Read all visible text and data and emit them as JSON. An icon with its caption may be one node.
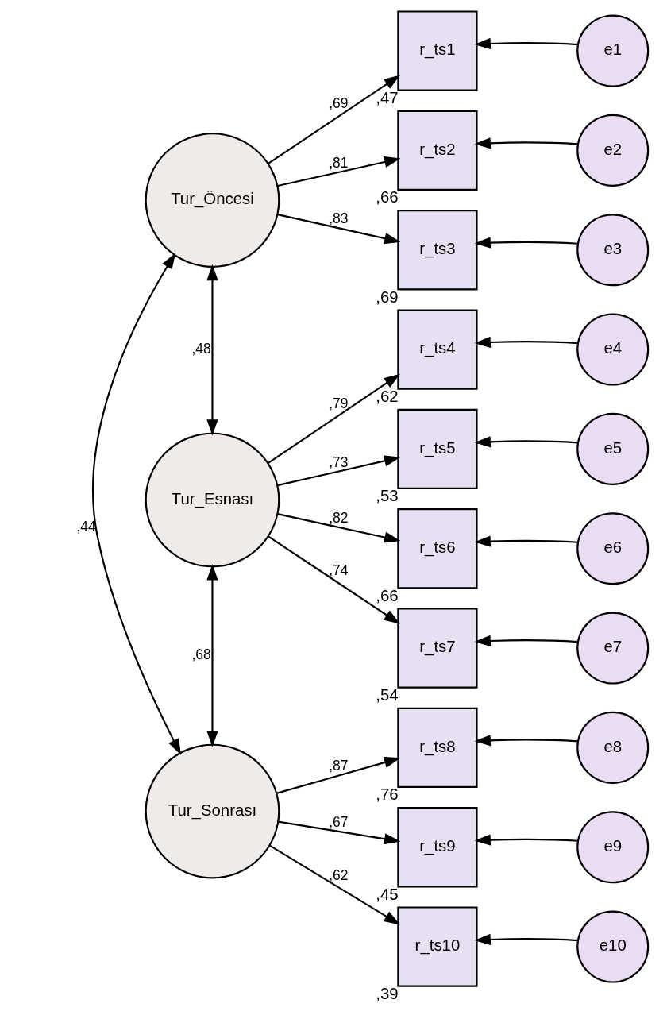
{
  "diagram": {
    "nodes": [
      {
        "text": [
          "Tur_Öncesi"
        ]
      },
      {
        "text": [
          "Tur_Esnası"
        ]
      },
      {
        "text": [
          "Tur_Sonrası"
        ]
      },
      {
        "text": [
          "r_ts1"
        ],
        "beside": [
          ",47"
        ]
      },
      {
        "text": [
          "r_ts2"
        ],
        "beside": [
          ",66"
        ]
      },
      {
        "text": [
          "r_ts3"
        ],
        "beside": [
          ",69"
        ]
      },
      {
        "text": [
          "r_ts4"
        ],
        "beside": [
          ",62"
        ]
      },
      {
        "text": [
          "r_ts5"
        ],
        "beside": [
          ",53"
        ]
      },
      {
        "text": [
          "r_ts6"
        ],
        "beside": [
          ",66"
        ]
      },
      {
        "text": [
          "r_ts7"
        ],
        "beside": [
          ",54"
        ]
      },
      {
        "text": [
          "r_ts8"
        ],
        "beside": [
          ",76"
        ]
      },
      {
        "text": [
          "r_ts9"
        ],
        "beside": [
          ",45"
        ]
      },
      {
        "text": [
          "r_ts10"
        ],
        "beside": [
          ",39"
        ]
      },
      {
        "text": [
          "e1"
        ]
      },
      {
        "text": [
          "e2"
        ]
      },
      {
        "text": [
          "e3"
        ]
      },
      {
        "text": [
          "e4"
        ]
      },
      {
        "text": [
          "e5"
        ]
      },
      {
        "text": [
          "e6"
        ]
      },
      {
        "text": [
          "e7"
        ]
      },
      {
        "text": [
          "e8"
        ]
      },
      {
        "text": [
          "e9"
        ]
      },
      {
        "text": [
          "e10"
        ]
      }
    ],
    "edges": [
      {
        "from": 0,
        "to": 3,
        "arrow": "to",
        "label": ",69"
      },
      {
        "from": 0,
        "to": 4,
        "arrow": "to",
        "label": ",81"
      },
      {
        "from": 0,
        "to": 5,
        "arrow": "to",
        "label": ",83"
      },
      {
        "from": 1,
        "to": 6,
        "arrow": "to",
        "label": ",79"
      },
      {
        "from": 1,
        "to": 7,
        "arrow": "to",
        "label": ",73"
      },
      {
        "from": 1,
        "to": 8,
        "arrow": "to",
        "label": ",82"
      },
      {
        "from": 1,
        "to": 9,
        "arrow": "to",
        "label": ",74"
      },
      {
        "from": 2,
        "to": 10,
        "arrow": "to",
        "label": ",87"
      },
      {
        "from": 2,
        "to": 11,
        "arrow": "to",
        "label": ",67"
      },
      {
        "from": 2,
        "to": 12,
        "arrow": "to",
        "label": ",62"
      },
      {
        "from": 13,
        "to": 3,
        "arrow": "to"
      },
      {
        "from": 14,
        "to": 4,
        "arrow": "to"
      },
      {
        "from": 15,
        "to": 5,
        "arrow": "to"
      },
      {
        "from": 16,
        "to": 6,
        "arrow": "to"
      },
      {
        "from": 17,
        "to": 7,
        "arrow": "to"
      },
      {
        "from": 18,
        "to": 8,
        "arrow": "to"
      },
      {
        "from": 19,
        "to": 9,
        "arrow": "to"
      },
      {
        "from": 20,
        "to": 10,
        "arrow": "to"
      },
      {
        "from": 21,
        "to": 11,
        "arrow": "to"
      },
      {
        "from": 22,
        "to": 12,
        "arrow": "to"
      },
      {
        "from": 0,
        "to": 1,
        "arrow": "both",
        "label": ",48"
      },
      {
        "from": 1,
        "to": 2,
        "arrow": "both",
        "label": ",68"
      },
      {
        "from": 0,
        "to": 2,
        "arrow": "both",
        "label": ",44"
      }
    ]
  }
}
